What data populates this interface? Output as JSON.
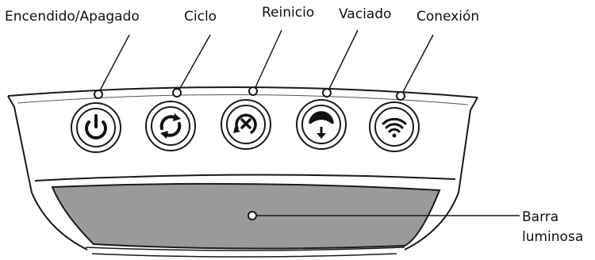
{
  "labels": {
    "power": "Encendido/Apagado",
    "cycle": "Ciclo",
    "reset": "Reinicio",
    "drain": "Vaciado",
    "connection": "Conexión",
    "light_bar_line1": "Barra",
    "light_bar_line2": "luminosa"
  },
  "buttons": [
    {
      "name": "power",
      "icon": "power-icon"
    },
    {
      "name": "cycle",
      "icon": "cycle-icon"
    },
    {
      "name": "reset",
      "icon": "reset-x-icon"
    },
    {
      "name": "drain",
      "icon": "drain-icon"
    },
    {
      "name": "connection",
      "icon": "wifi-icon"
    }
  ],
  "colors": {
    "outline": "#1a1a1a",
    "light_bar_fill": "#9a9a9a",
    "body_fill": "#ffffff"
  }
}
